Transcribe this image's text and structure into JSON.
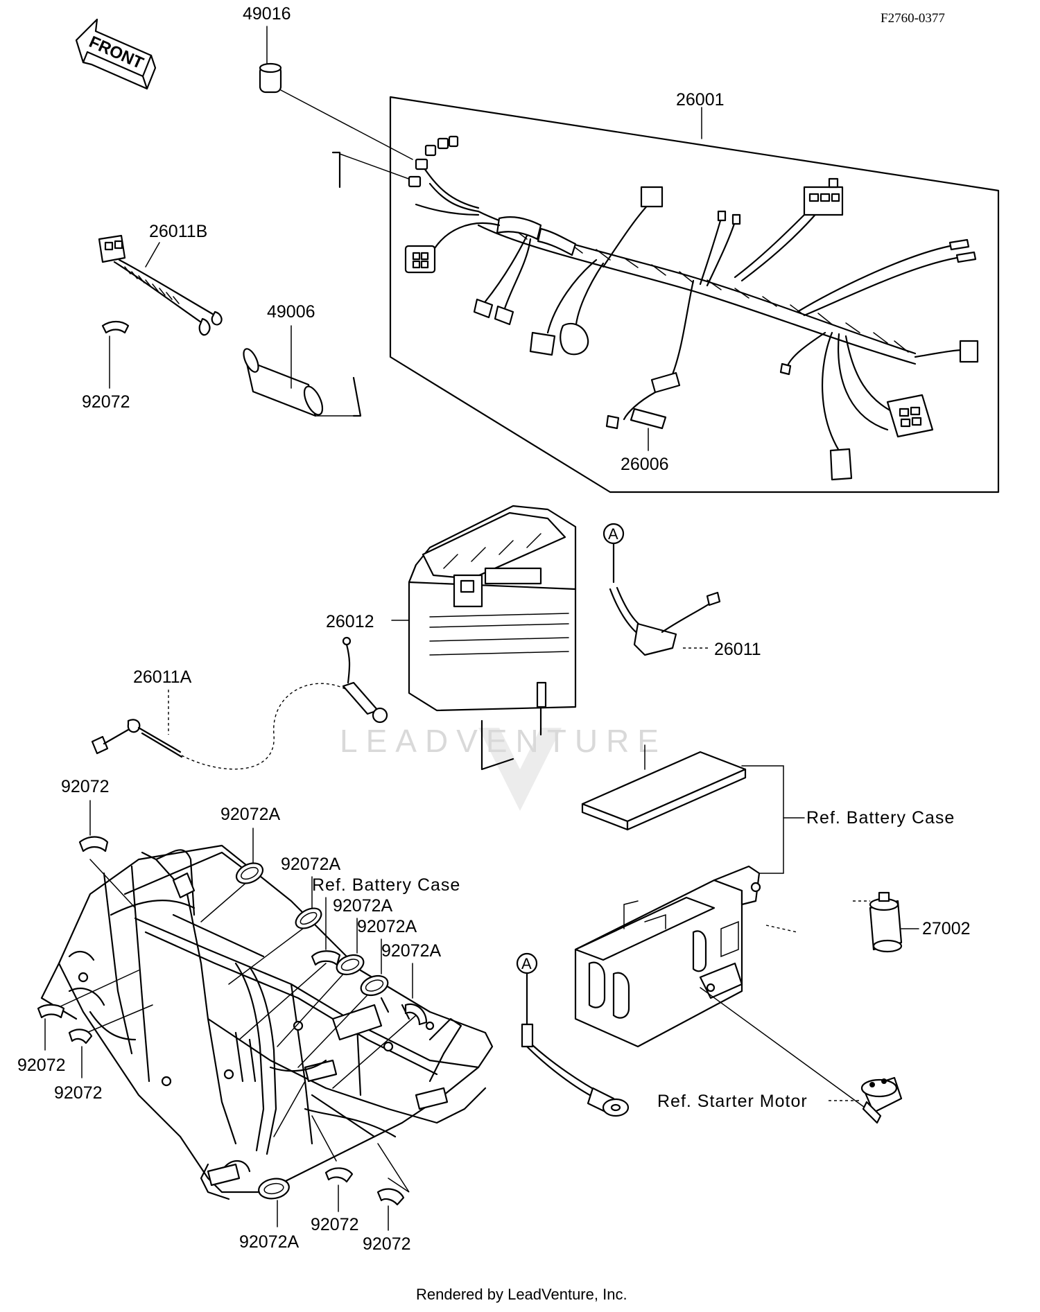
{
  "diagram": {
    "code": "F2760-0377",
    "front_label": "FRONT",
    "watermark": "LEADVENTURE",
    "footer": "Rendered by LeadVenture, Inc.",
    "callout_marker": "A",
    "parts": [
      {
        "id": "p49016",
        "label": "49016"
      },
      {
        "id": "p26001",
        "label": "26001"
      },
      {
        "id": "p26011B",
        "label": "26011B"
      },
      {
        "id": "p49006",
        "label": "49006"
      },
      {
        "id": "p92072_top",
        "label": "92072"
      },
      {
        "id": "p26006",
        "label": "26006"
      },
      {
        "id": "p26012",
        "label": "26012"
      },
      {
        "id": "p26011",
        "label": "26011"
      },
      {
        "id": "p26011A",
        "label": "26011A"
      },
      {
        "id": "p92072_frame_tl",
        "label": "92072"
      },
      {
        "id": "p92072A_1",
        "label": "92072A"
      },
      {
        "id": "p92072A_2",
        "label": "92072A"
      },
      {
        "id": "p92072A_3",
        "label": "92072A"
      },
      {
        "id": "p92072A_4",
        "label": "92072A"
      },
      {
        "id": "p92072A_5",
        "label": "92072A"
      },
      {
        "id": "p92072_left1",
        "label": "92072"
      },
      {
        "id": "p92072_left2",
        "label": "92072"
      },
      {
        "id": "p92072A_bottom",
        "label": "92072A"
      },
      {
        "id": "p92072_bottom1",
        "label": "92072"
      },
      {
        "id": "p92072_bottom2",
        "label": "92072"
      },
      {
        "id": "p27002",
        "label": "27002"
      }
    ],
    "references": {
      "battery_case_right": "Ref. Battery Case",
      "battery_case_frame": "Ref. Battery Case",
      "starter_motor": "Ref. Starter Motor"
    }
  }
}
